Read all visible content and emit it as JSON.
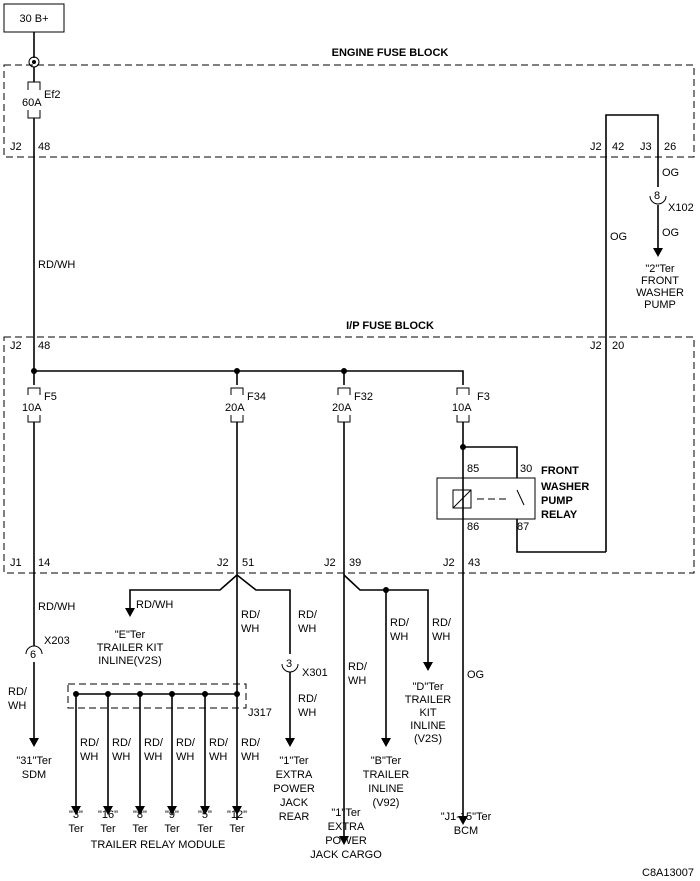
{
  "source": "30 B+",
  "diagram_id": "C8A13007",
  "engine_block": {
    "title": "ENGINE FUSE BLOCK",
    "fuse": {
      "name": "Ef2",
      "rating": "60A"
    },
    "left_conn": {
      "name": "J2",
      "pin": "48"
    },
    "mid_conn": {
      "name": "J2",
      "pin": "42"
    },
    "right_conn": {
      "name": "J3",
      "pin": "26"
    }
  },
  "ip_block": {
    "title": "I/P FUSE BLOCK",
    "in_conn": {
      "name": "J2",
      "pin": "48"
    },
    "relay_in_conn": {
      "name": "J2",
      "pin": "20"
    }
  },
  "wires": {
    "rd_wh": "RD/WH",
    "rd": "RD/",
    "wh": "WH",
    "og": "OG"
  },
  "fuses": [
    {
      "name": "F5",
      "rating": "10A"
    },
    {
      "name": "F34",
      "rating": "20A"
    },
    {
      "name": "F32",
      "rating": "20A"
    },
    {
      "name": "F3",
      "rating": "10A"
    }
  ],
  "bottom_conns": [
    {
      "name": "J1",
      "pin": "14"
    },
    {
      "name": "J2",
      "pin": "51"
    },
    {
      "name": "J2",
      "pin": "39"
    },
    {
      "name": "J2",
      "pin": "43"
    }
  ],
  "relay": {
    "lines": [
      "FRONT",
      "WASHER",
      "PUMP",
      "RELAY"
    ],
    "pins": {
      "p85": "85",
      "p30": "30",
      "p86": "86",
      "p87": "87"
    }
  },
  "connectors": {
    "x102": {
      "name": "X102",
      "pin": "8"
    },
    "x203": {
      "name": "X203",
      "pin": "6"
    },
    "x301": {
      "name": "X301",
      "pin": "3"
    },
    "j317": "J317"
  },
  "destinations": {
    "front_washer_pump": [
      "\"2\"Ter",
      "FRONT",
      "WASHER",
      "PUMP"
    ],
    "sdm": [
      "\"31\"Ter",
      "SDM"
    ],
    "trailer_kit_e": [
      "\"E\"Ter",
      "TRAILER KIT",
      "INLINE(V2S)"
    ],
    "extra_power_rear": [
      "\"1\"Ter",
      "EXTRA",
      "POWER",
      "JACK",
      "REAR"
    ],
    "extra_power_cargo": [
      "\"1\"Ter",
      "EXTRA",
      "POWER",
      "JACK CARGO"
    ],
    "trailer_b": [
      "\"B\"Ter",
      "TRAILER",
      "INLINE",
      "(V92)"
    ],
    "trailer_d": [
      "\"D\"Ter",
      "TRAILER",
      "KIT",
      "INLINE",
      "(V2S)"
    ],
    "bcm": [
      "\"J1-15\"Ter",
      "BCM"
    ],
    "trailer_relay_module": {
      "ters": [
        "\"3\"",
        "\"16\"",
        "\"8\"",
        "\"9\"",
        "\"5\"",
        "\"12\""
      ],
      "ter": "Ter",
      "label": "TRAILER RELAY MODULE"
    }
  }
}
